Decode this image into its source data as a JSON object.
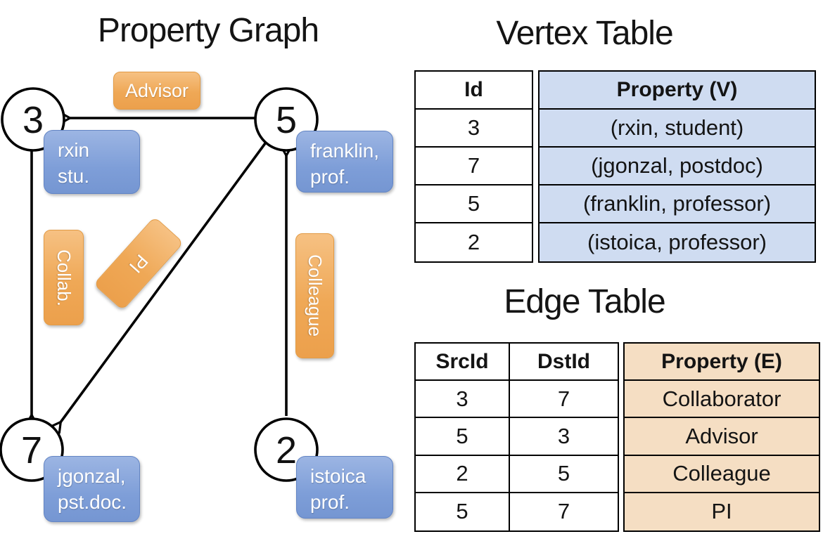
{
  "slide": {
    "graph_title": "Property Graph",
    "vertex_table_title": "Vertex Table",
    "edge_table_title": "Edge Table"
  },
  "graph": {
    "nodes": [
      {
        "id": "3",
        "prop_line1": "rxin",
        "prop_line2": "stu."
      },
      {
        "id": "5",
        "prop_line1": "franklin,",
        "prop_line2": "prof."
      },
      {
        "id": "7",
        "prop_line1": "jgonzal,",
        "prop_line2": "pst.doc."
      },
      {
        "id": "2",
        "prop_line1": "istoica",
        "prop_line2": "prof."
      }
    ],
    "edges": [
      {
        "label": "Advisor",
        "src": "5",
        "dst": "3"
      },
      {
        "label": "Collab.",
        "src": "3",
        "dst": "7"
      },
      {
        "label": "PI",
        "src": "5",
        "dst": "7"
      },
      {
        "label": "Colleague",
        "src": "2",
        "dst": "5"
      }
    ]
  },
  "vertex_table": {
    "columns": {
      "id": "Id",
      "property": "Property (V)"
    },
    "rows": [
      {
        "id": "3",
        "property": "(rxin, student)"
      },
      {
        "id": "7",
        "property": "(jgonzal, postdoc)"
      },
      {
        "id": "5",
        "property": "(franklin, professor)"
      },
      {
        "id": "2",
        "property": "(istoica, professor)"
      }
    ]
  },
  "edge_table": {
    "columns": {
      "src": "SrcId",
      "dst": "DstId",
      "property": "Property (E)"
    },
    "rows": [
      {
        "src": "3",
        "dst": "7",
        "property": "Collaborator"
      },
      {
        "src": "5",
        "dst": "3",
        "property": "Advisor"
      },
      {
        "src": "2",
        "dst": "5",
        "property": "Colleague"
      },
      {
        "src": "5",
        "dst": "7",
        "property": "PI"
      }
    ]
  },
  "colors": {
    "edge_label_fill": "#EFA552",
    "vertex_label_fill": "#7E9ED7",
    "vertex_property_column_fill": "#CFDCF1",
    "edge_property_column_fill": "#F5DEC3",
    "line_color": "#000000"
  }
}
